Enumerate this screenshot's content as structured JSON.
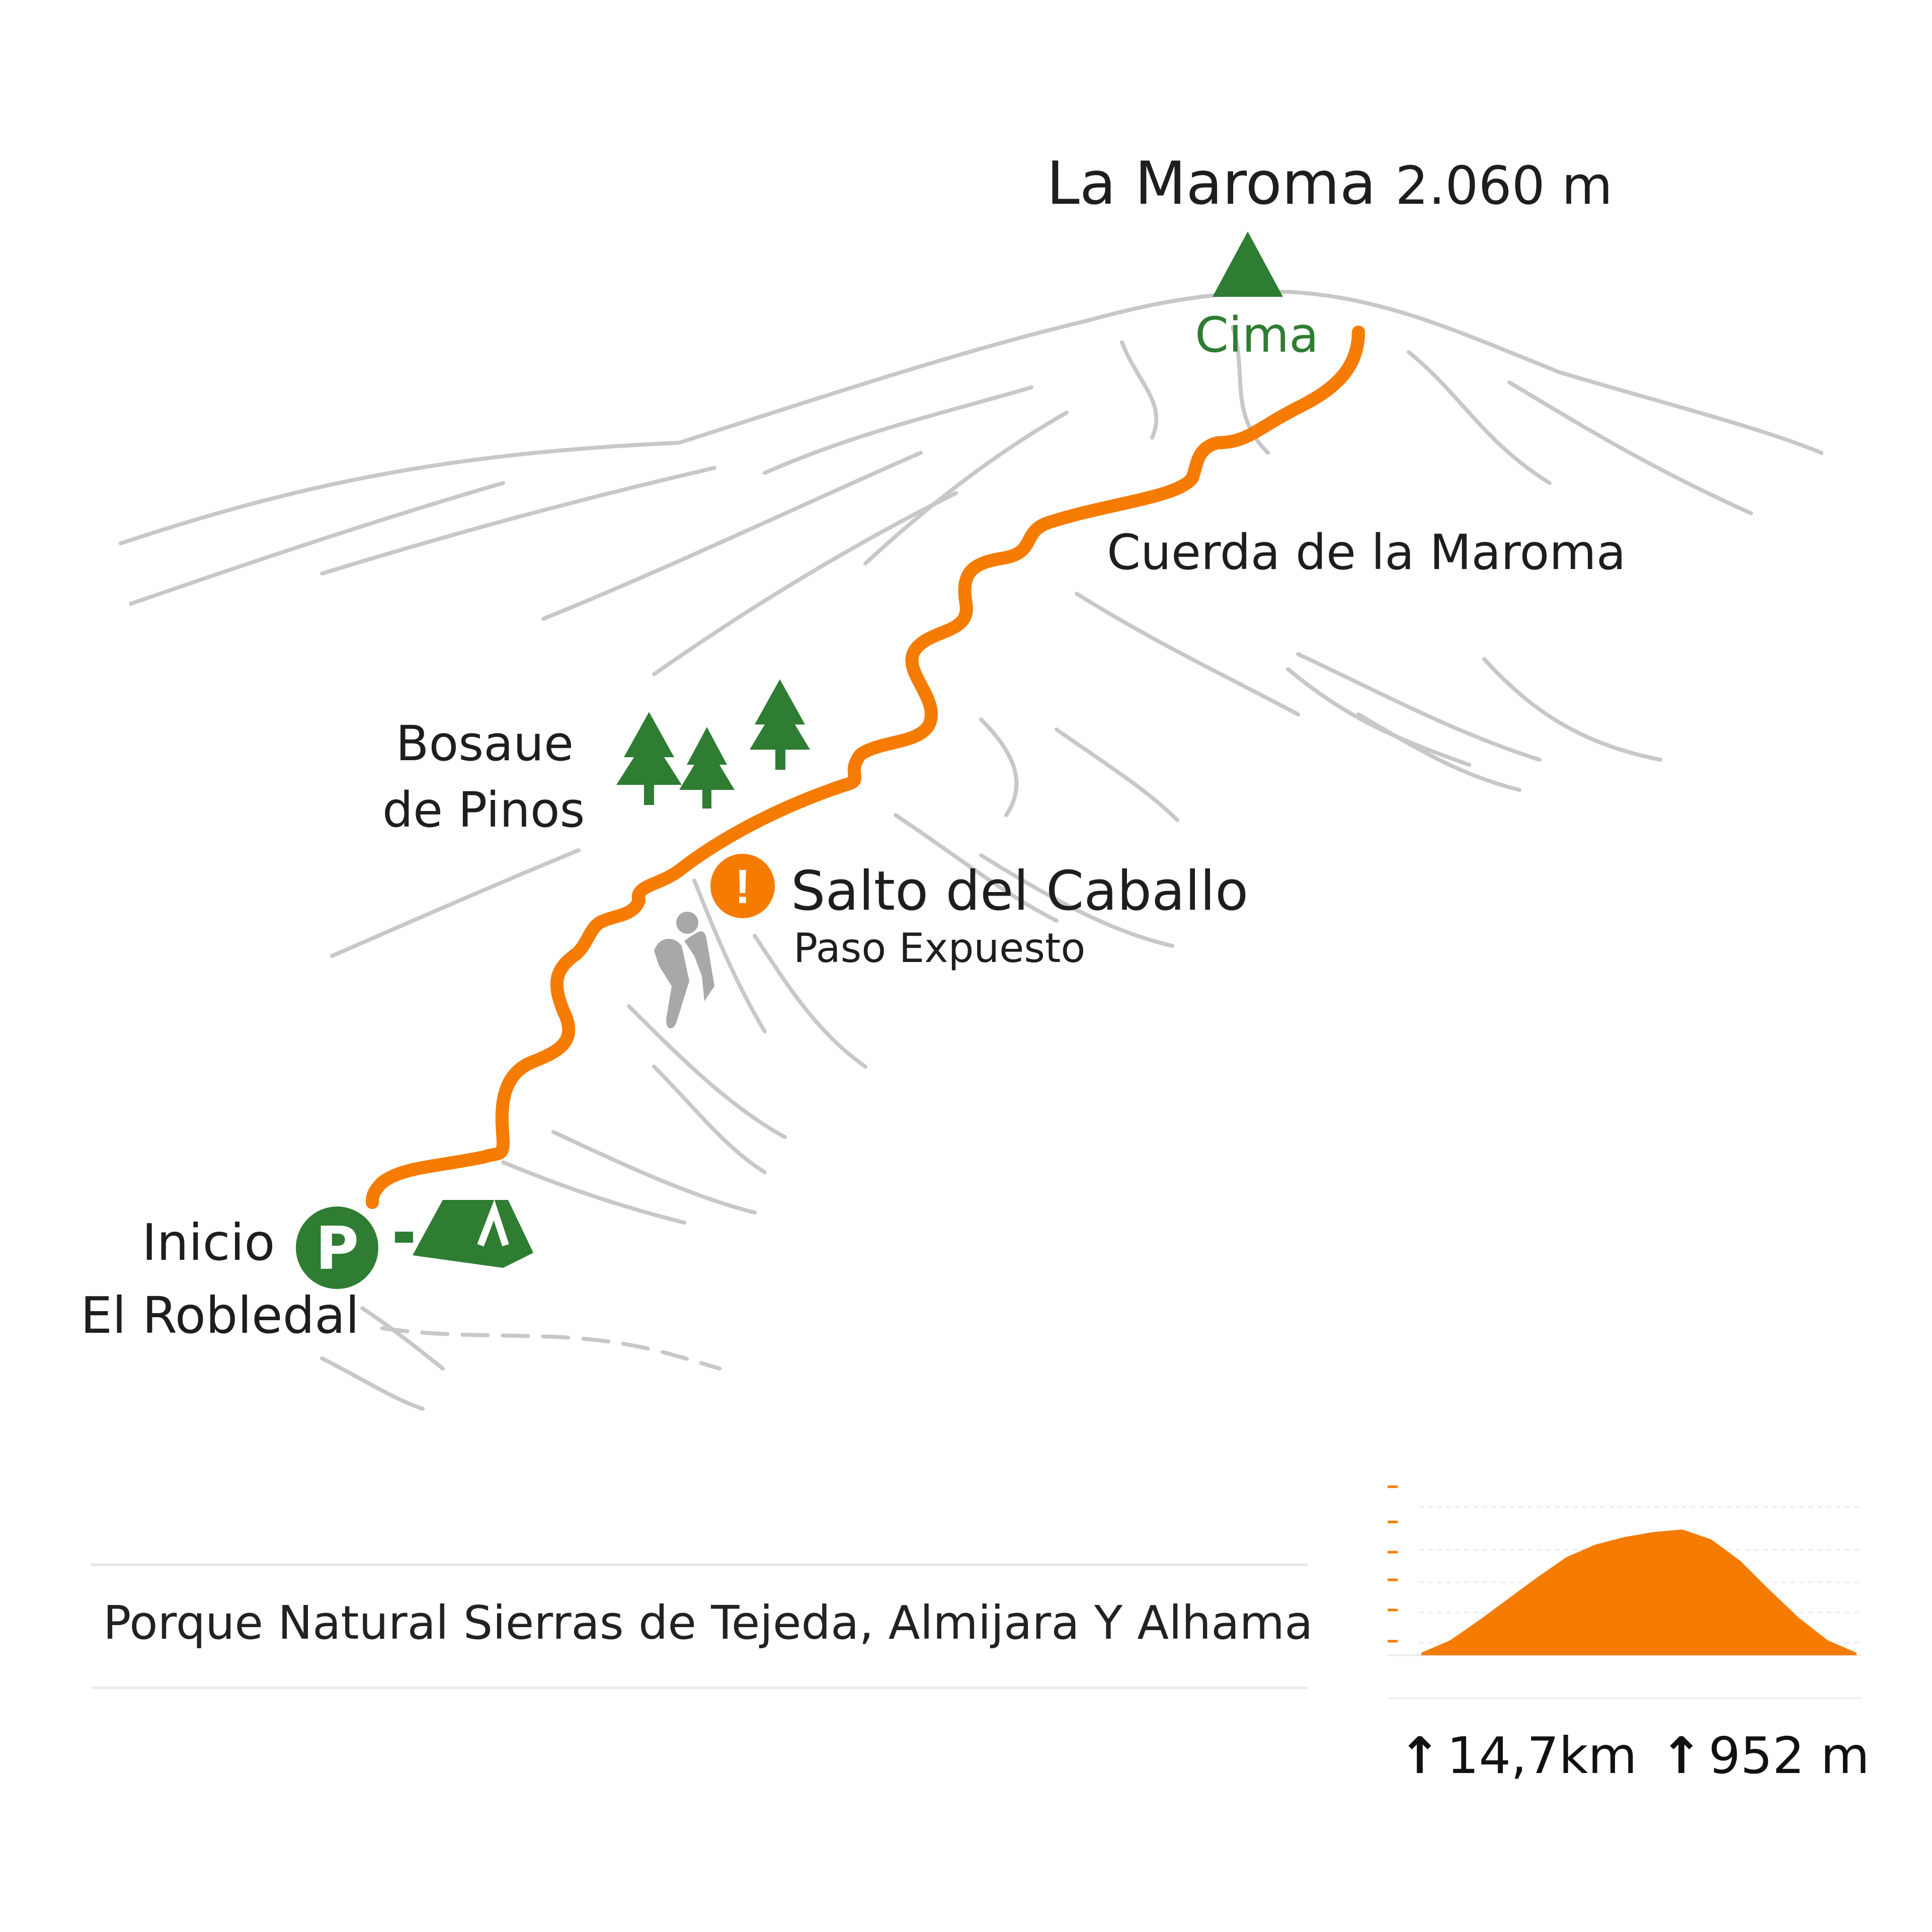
{
  "peak": {
    "name": "La Maroma",
    "elevation": "2.060 m",
    "marker_label": "Cima",
    "marker_color": "#2e7d32"
  },
  "route_label": "Cuerda de la Maroma",
  "forest": {
    "line1": "Bosaue",
    "line2": "de Pinos"
  },
  "warning": {
    "title": "Salto del Caballo",
    "subtitle": "Paso Expuesto",
    "icon_glyph": "!",
    "color": "#f57c00"
  },
  "start": {
    "label1": "Inicio",
    "label2": "El Robledal",
    "parking_glyph": "P"
  },
  "park_name": "Porque Natural Sierras de Tejeda, Almijara Y Alhama",
  "stats": {
    "arrow": "↑",
    "distance": "14,7km",
    "gain": "952 m"
  },
  "colors": {
    "route": "#f57c00",
    "green": "#2e7d32",
    "sketch": "#c8c8c8"
  },
  "profile": {
    "type": "area",
    "values": [
      0.02,
      0.12,
      0.28,
      0.45,
      0.62,
      0.78,
      0.88,
      0.94,
      0.98,
      1.0,
      0.92,
      0.75,
      0.52,
      0.3,
      0.12,
      0.02
    ]
  }
}
